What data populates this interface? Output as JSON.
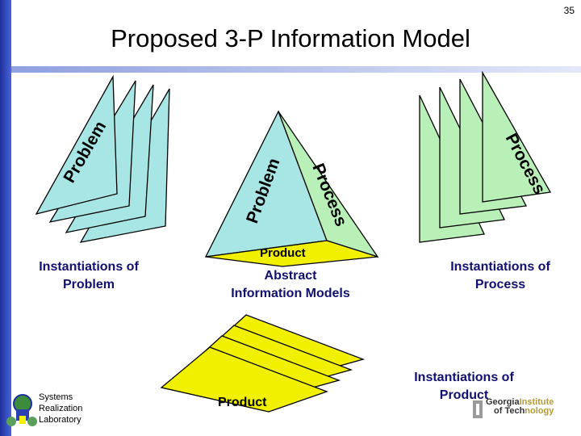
{
  "slide_number": "35",
  "title": "Proposed 3-P Information Model",
  "left_stack": {
    "face_label": "Problem"
  },
  "center_pyramid": {
    "left_face_label": "Problem",
    "right_face_label": "Process",
    "bottom_label": "Product"
  },
  "right_stack": {
    "face_label": "Process"
  },
  "bottom_stack": {
    "face_label": "Product"
  },
  "captions": {
    "problem": "Instantiations of\nProblem",
    "abstract": "Abstract\nInformation Models",
    "process": "Instantiations of\nProcess",
    "product": "Instantiations of\nProduct"
  },
  "footer": {
    "lab_name": "Systems\nRealization\nLaboratory",
    "institute_line1": "Georgia",
    "institute_line1_accent": "Institute",
    "institute_line2": "of Tech",
    "institute_line2_accent": "nology"
  },
  "colors": {
    "background": "#ffffff",
    "accent_bar": "#2a3fb0",
    "problem_face": "#a8e6e6",
    "process_face": "#b8f0b8",
    "product_face": "#f0f000",
    "caption_text": "#101070"
  }
}
